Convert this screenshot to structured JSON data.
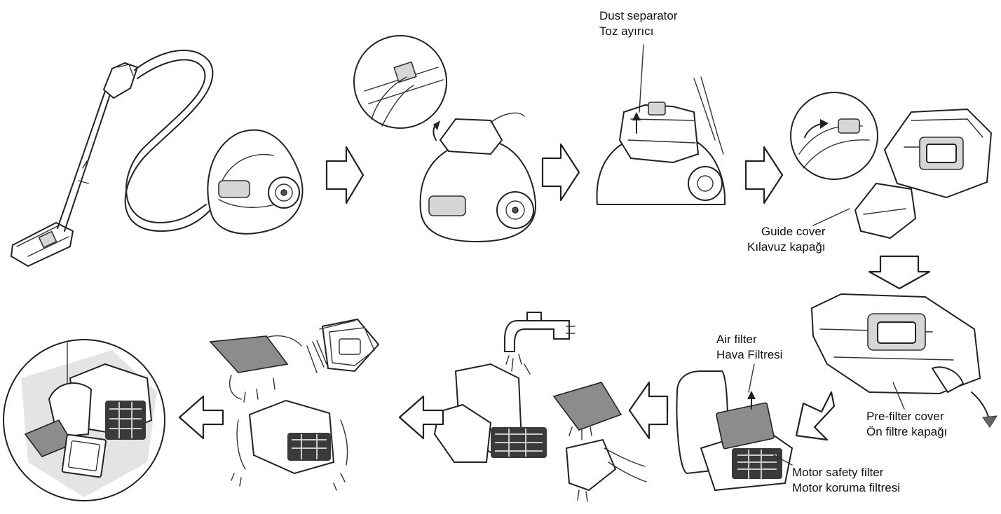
{
  "labels": {
    "dust_separator": {
      "en": "Dust separator",
      "tr": "Toz ayırıcı"
    },
    "guide_cover": {
      "en": "Guide cover",
      "tr": "Kılavuz kapağı"
    },
    "pre_filter_cover": {
      "en": "Pre-filter cover",
      "tr": "Ön filtre kapağı"
    },
    "air_filter": {
      "en": "Air filter",
      "tr": "Hava Filtresi"
    },
    "motor_safety_filter": {
      "en": "Motor safety filter",
      "tr": "Motor koruma filtresi"
    }
  },
  "icons": {
    "flow": "hollow-block-arrow",
    "device": "canister-vacuum-cleaner",
    "water": "tap-icon"
  },
  "colors": {
    "line": "#222222",
    "filter_grey": "#8c8c8c",
    "background": "#ffffff"
  }
}
